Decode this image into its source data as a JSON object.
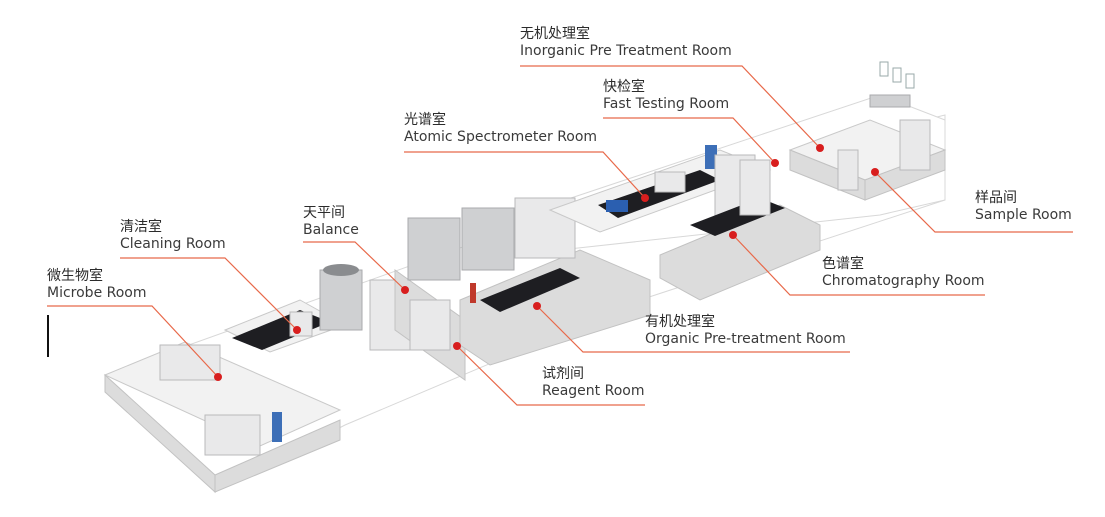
{
  "rooms": [
    {
      "id": "inorganic",
      "cn": "无机处理室",
      "en": "Inorganic Pre Treatment Room"
    },
    {
      "id": "fast",
      "cn": "快检室",
      "en": "Fast Testing Room"
    },
    {
      "id": "spectro",
      "cn": "光谱室",
      "en": "Atomic Spectrometer Room"
    },
    {
      "id": "sample",
      "cn": "样品间",
      "en": "Sample Room"
    },
    {
      "id": "cleaning",
      "cn": "清洁室",
      "en": "Cleaning Room"
    },
    {
      "id": "balance",
      "cn": "天平间",
      "en": "Balance"
    },
    {
      "id": "microbe",
      "cn": "微生物室",
      "en": "Microbe Room"
    },
    {
      "id": "chroma",
      "cn": "色谱室",
      "en": "Chromatography Room"
    },
    {
      "id": "organic",
      "cn": "有机处理室",
      "en": "Organic Pre-treatment Room"
    },
    {
      "id": "reagent",
      "cn": "试剂间",
      "en": "Reagent Room"
    }
  ],
  "colors": {
    "leader": "#e8694a",
    "marker": "#d81e1e",
    "bench": "#1e1e22"
  }
}
